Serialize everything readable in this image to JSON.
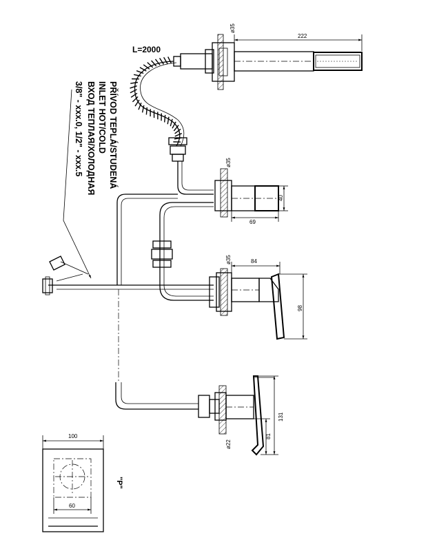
{
  "hose": {
    "length_label": "L=2000"
  },
  "inlet_note": {
    "line1": "PŘÍVOD TEPLÁ/STUDENÁ",
    "line2": "INLET HOT/COLD",
    "line3": "ВХОД ТЕПЛАЯ/ХОЛОДНАЯ",
    "line4": "3/8\" - xxx.0, 1/2\" - xxx.5"
  },
  "dimensions": {
    "handshower_len": "222",
    "dia_top": "ø35",
    "dia_spout": "ø35",
    "spout_height": "40",
    "spout_len": "69",
    "dia_lever": "ø35",
    "lever_depth": "84",
    "lever_height": "98",
    "diverter_total": "131",
    "diverter_lower": "81",
    "dia_diverter": "ø22",
    "plate_width": "100",
    "plate_inner": "60"
  },
  "view_label": "\"P\""
}
